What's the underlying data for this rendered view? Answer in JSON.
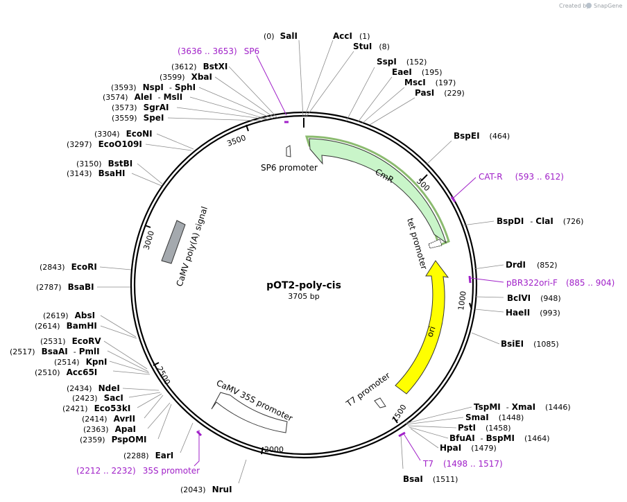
{
  "credit": {
    "prefix": "Created by",
    "brand": "SnapGene"
  },
  "plasmid": {
    "name": "pOT2-poly-cis",
    "size": "3705 bp"
  },
  "ticks": [
    "500",
    "1000",
    "1500",
    "2000",
    "2500",
    "3000",
    "3500"
  ],
  "enzymes": [
    {
      "pos": "(0)",
      "name": "SalI"
    },
    {
      "name": "AccI",
      "pos": "(1)"
    },
    {
      "name": "StuI",
      "pos": "(8)"
    },
    {
      "name": "SspI",
      "pos": "(152)"
    },
    {
      "name": "EaeI",
      "pos": "(195)"
    },
    {
      "name": "MscI",
      "pos": "(197)"
    },
    {
      "name": "PasI",
      "pos": "(229)"
    },
    {
      "name": "BspEI",
      "pos": "(464)"
    },
    {
      "name": "BspDI",
      "sep": "-",
      "name2": "ClaI",
      "pos": "(726)"
    },
    {
      "name": "DrdI",
      "pos": "(852)"
    },
    {
      "name": "BclVI",
      "pos": "(948)"
    },
    {
      "name": "HaeII",
      "pos": "(993)"
    },
    {
      "name": "BsiEI",
      "pos": "(1085)"
    },
    {
      "name": "TspMI",
      "sep": "-",
      "name2": "XmaI",
      "pos": "(1446)"
    },
    {
      "name": "SmaI",
      "pos": "(1448)"
    },
    {
      "name": "PstI",
      "pos": "(1458)"
    },
    {
      "name": "BfuAI",
      "sep": "-",
      "name2": "BspMI",
      "pos": "(1464)"
    },
    {
      "name": "HpaI",
      "pos": "(1479)"
    },
    {
      "name": "BsaI",
      "pos": "(1511)"
    },
    {
      "pos": "(2043)",
      "name": "NruI"
    },
    {
      "pos": "(2288)",
      "name": "EarI"
    },
    {
      "pos": "(2359)",
      "name": "PspOMI"
    },
    {
      "pos": "(2363)",
      "name": "ApaI"
    },
    {
      "pos": "(2414)",
      "name": "AvrII"
    },
    {
      "pos": "(2421)",
      "name": "Eco53kI"
    },
    {
      "pos": "(2423)",
      "name": "SacI"
    },
    {
      "pos": "(2434)",
      "name": "NdeI"
    },
    {
      "pos": "(2510)",
      "name": "Acc65I"
    },
    {
      "pos": "(2514)",
      "name": "KpnI"
    },
    {
      "pos": "(2517)",
      "name": "BsaAI",
      "sep": "-",
      "name2": "PmlI"
    },
    {
      "pos": "(2531)",
      "name": "EcoRV"
    },
    {
      "pos": "(2614)",
      "name": "BamHI"
    },
    {
      "pos": "(2619)",
      "name": "AbsI"
    },
    {
      "pos": "(2787)",
      "name": "BsaBI"
    },
    {
      "pos": "(2843)",
      "name": "EcoRI"
    },
    {
      "pos": "(3143)",
      "name": "BsaHI"
    },
    {
      "pos": "(3150)",
      "name": "BstBI"
    },
    {
      "pos": "(3297)",
      "name": "EcoO109I"
    },
    {
      "pos": "(3304)",
      "name": "EcoNI"
    },
    {
      "pos": "(3559)",
      "name": "SpeI"
    },
    {
      "pos": "(3573)",
      "name": "SgrAI"
    },
    {
      "pos": "(3574)",
      "name": "AleI",
      "sep": "-",
      "name2": "MslI"
    },
    {
      "pos": "(3593)",
      "name": "NspI",
      "sep": "-",
      "name2": "SphI"
    },
    {
      "pos": "(3599)",
      "name": "XbaI"
    },
    {
      "pos": "(3612)",
      "name": "BstXI"
    }
  ],
  "primers": [
    {
      "range": "(3636 .. 3653)",
      "name": "SP6"
    },
    {
      "name": "CAT-R",
      "range": "(593 .. 612)"
    },
    {
      "name": "pBR322ori-F",
      "range": "(885 .. 904)"
    },
    {
      "name": "T7",
      "range": "(1498 .. 1517)"
    },
    {
      "range": "(2212 .. 2232)",
      "name": "35S promoter"
    }
  ],
  "features": [
    {
      "name": "CmR",
      "color": "#c9f5c9"
    },
    {
      "name": "ori",
      "color": "#ffff00"
    },
    {
      "name": "CaMV 35S promoter",
      "color": "#ffffff"
    },
    {
      "name": "CaMV poly(A) signal",
      "color": "#a4a9ae"
    },
    {
      "name": "SP6 promoter",
      "color": "#ffffff"
    },
    {
      "name": "tet promoter",
      "color": "#ffffff"
    },
    {
      "name": "T7 promoter",
      "color": "#ffffff"
    }
  ],
  "colors": {
    "backbone": "#000000",
    "primer": "#a020c8",
    "highlight": "#5a9e32"
  }
}
